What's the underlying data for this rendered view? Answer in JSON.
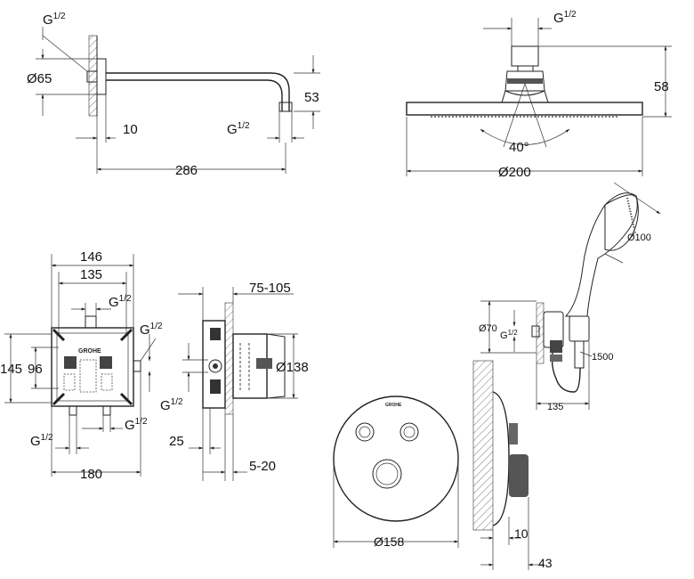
{
  "labels": {
    "arm_inlet": "G",
    "arm_inlet_frac": "1/2",
    "arm_dia": "Ø65",
    "arm_wall": "10",
    "arm_outlet": "G",
    "arm_outlet_frac": "1/2",
    "arm_drop": "53",
    "arm_length": "286",
    "head_inlet": "G",
    "head_inlet_frac": "1/2",
    "head_height": "58",
    "head_angle": "40°",
    "head_dia": "Ø200",
    "box_width_outer": "146",
    "box_width_inner": "135",
    "box_top_inlet": "G",
    "box_top_inlet_frac": "1/2",
    "box_right_inlet": "G",
    "box_right_inlet_frac": "1/2",
    "box_height_outer": "145",
    "box_height_inner": "96",
    "box_bottom_right_inlet": "G",
    "box_bottom_right_inlet_frac": "1/2",
    "box_bottom_left_inlet": "G",
    "box_bottom_left_inlet_frac": "1/2",
    "box_total_width": "180",
    "side_depth_range": "75-105",
    "side_dia": "Ø138",
    "side_inlet": "G",
    "side_inlet_frac": "1/2",
    "side_depth_25": "25",
    "side_depth_range2": "5-20",
    "plate_dia": "Ø158",
    "knob_proj": "10",
    "knob_total": "43",
    "hand_dia": "Ø100",
    "elbow_dia": "Ø70",
    "elbow_inlet": "G",
    "elbow_inlet_frac": "1/2",
    "hose_length": "1500",
    "elbow_width": "135",
    "brand": "GROHE",
    "brand_small": "GROHE"
  }
}
